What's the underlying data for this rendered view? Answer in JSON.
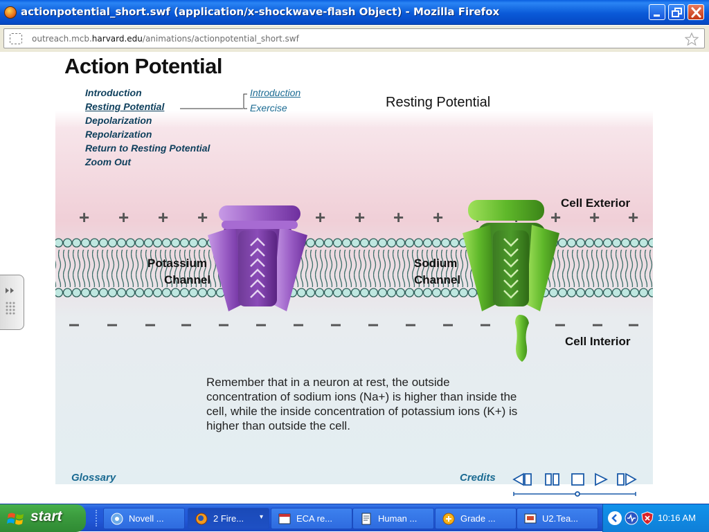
{
  "window": {
    "title": "actionpotential_short.swf (application/x-shockwave-flash Object) - Mozilla Firefox"
  },
  "address_bar": {
    "url_prefix": "outreach.mcb.",
    "url_host": "harvard.edu",
    "url_suffix": "/animations/actionpotential_short.swf"
  },
  "animation": {
    "heading": "Action Potential",
    "nav": [
      {
        "label": "Introduction"
      },
      {
        "label": "Resting Potential",
        "active": true
      },
      {
        "label": "Depolarization"
      },
      {
        "label": "Repolarization"
      },
      {
        "label": "Return to Resting Potential"
      },
      {
        "label": "Zoom Out"
      }
    ],
    "subnav": [
      {
        "label": "Introduction"
      },
      {
        "label": "Exercise"
      }
    ],
    "section_title": "Resting Potential",
    "labels": {
      "cell_exterior": "Cell Exterior",
      "cell_interior": "Cell Interior",
      "potassium_line1": "Potassium",
      "potassium_line2": "Channel",
      "sodium_line1": "Sodium",
      "sodium_line2": "Channel"
    },
    "description": "Remember that in a neuron at rest, the outside concentration of sodium ions (Na+) is higher than inside the cell, while the inside concentration of potassium ions (K+) is higher than outside the cell.",
    "footer": {
      "glossary": "Glossary",
      "credits": "Credits"
    },
    "colors": {
      "potassium_channel": "#9b5fc6",
      "sodium_channel": "#5fb82a",
      "membrane": "#a3d9d0",
      "exterior_bg": "#f0cfd7",
      "interior_bg": "#e3eef2"
    },
    "playback_icons": [
      "rewind-icon",
      "pause-icon",
      "stop-icon",
      "play-icon",
      "forward-icon"
    ]
  },
  "taskbar": {
    "start_label": "start",
    "tasks": [
      {
        "label": "Novell ...",
        "icon": "novell-icon"
      },
      {
        "label": "2 Fire...",
        "icon": "firefox-icon",
        "active": true
      },
      {
        "label": "ECA re...",
        "icon": "window-icon"
      },
      {
        "label": "Human ...",
        "icon": "document-icon"
      },
      {
        "label": "Grade ...",
        "icon": "grade-icon"
      },
      {
        "label": "U2.Tea...",
        "icon": "presentation-icon"
      }
    ],
    "clock": "10:16 AM"
  }
}
